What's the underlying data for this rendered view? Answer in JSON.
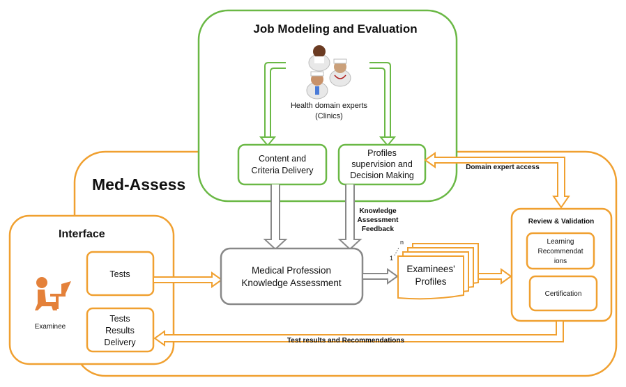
{
  "job_modeling": {
    "title": "Job Modeling and Evaluation",
    "experts_line1": "Health domain experts",
    "experts_line2": "(Clinics)",
    "content_line1": "Content and",
    "content_line2": "Criteria Delivery",
    "profiles_line1": "Profiles",
    "profiles_line2": "supervision and",
    "profiles_line3": "Decision Making"
  },
  "med_assess": {
    "title": "Med-Assess",
    "kaf_line1": "Knowledge",
    "kaf_line2": "Assessment",
    "kaf_line3": "Feedback",
    "assessment_line1": "Medical Profession",
    "assessment_line2": "Knowledge Assessment",
    "profiles_line1": "Examinees'",
    "profiles_line2": "Profiles",
    "stack_n": "n",
    "stack_1": "1",
    "domain_expert_access": "Domain expert access",
    "test_results_recommendations": "Test results and Recommendations"
  },
  "interface": {
    "title": "Interface",
    "examinee": "Examinee",
    "tests": "Tests",
    "delivery_line1": "Tests",
    "delivery_line2": "Results",
    "delivery_line3": "Delivery"
  },
  "review": {
    "title": "Review & Validation",
    "learning_line1": "Learning",
    "learning_line2": "Recommendat",
    "learning_line3": "ions",
    "certification": "Certification"
  },
  "colors": {
    "green": "#6ab845",
    "orange": "#f0a030",
    "gray": "#888888"
  }
}
